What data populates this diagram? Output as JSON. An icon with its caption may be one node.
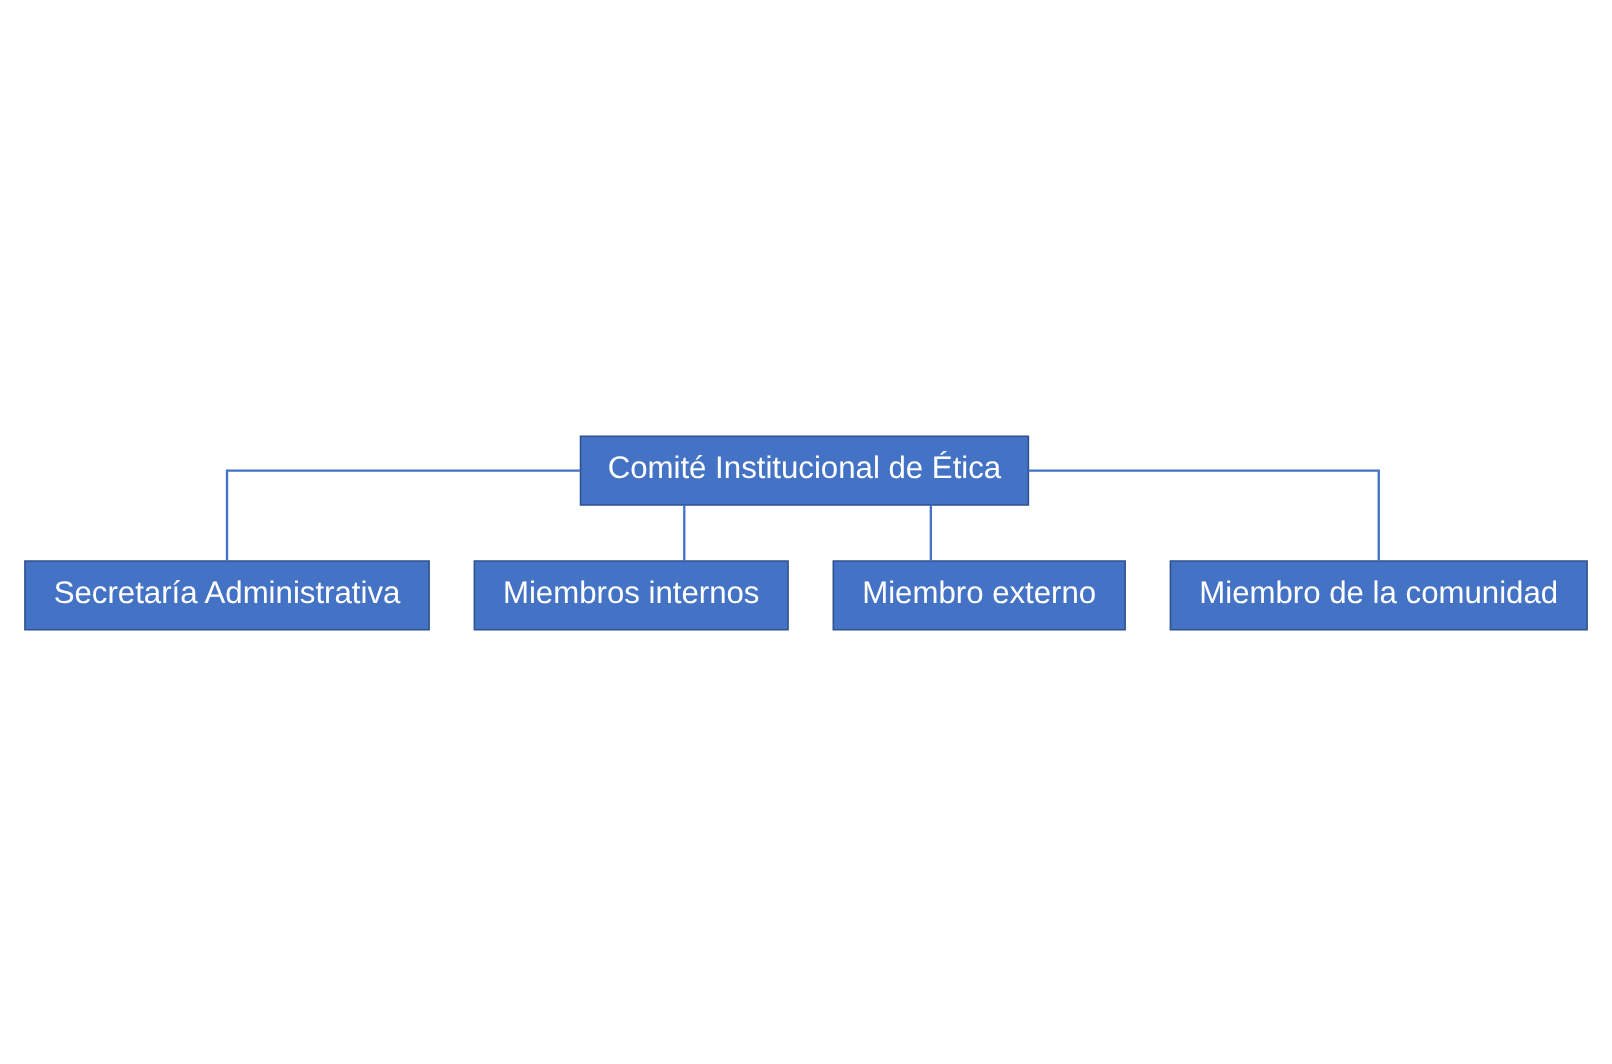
{
  "diagram": {
    "nodes": [
      {
        "text": [
          "Comité Institucional de Ética"
        ]
      },
      {
        "text": [
          "Secretaría Administrativa"
        ]
      },
      {
        "text": [
          "Miembros internos"
        ]
      },
      {
        "text": [
          "Miembro externo"
        ]
      },
      {
        "text": [
          "Miembro de la comunidad"
        ]
      }
    ],
    "edges": [
      {
        "from": 0,
        "to": 1,
        "arrow": "none"
      },
      {
        "from": 0,
        "to": 2,
        "arrow": "none"
      },
      {
        "from": 0,
        "to": 3,
        "arrow": "none"
      },
      {
        "from": 0,
        "to": 4,
        "arrow": "none"
      }
    ]
  }
}
